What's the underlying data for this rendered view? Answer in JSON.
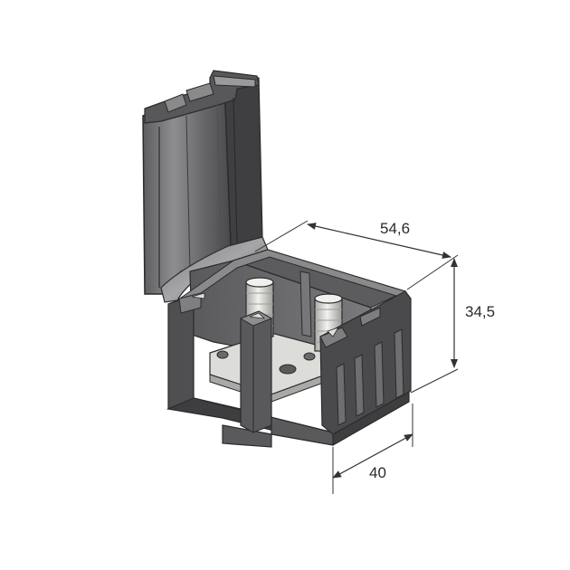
{
  "dimensions": {
    "length": "54,6",
    "height": "34,5",
    "width": "40"
  },
  "colors": {
    "body_dark": "#4a4a4c",
    "body_mid": "#6e6e70",
    "body_light": "#9a9a9c",
    "outline": "#2b2b2c",
    "dimension_line": "#333333",
    "metal_light": "#e4e4e2",
    "metal_mid": "#bdbdba"
  }
}
